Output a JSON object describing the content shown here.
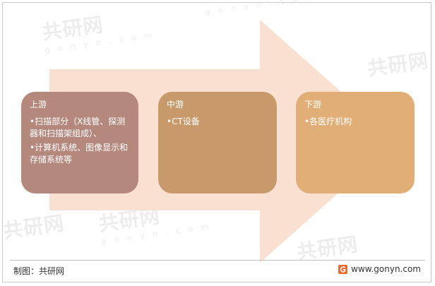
{
  "stages": [
    {
      "title": "上游",
      "items": [
        "•扫描部分（X线管、探测器和扫描架组成）、",
        "•计算机系统、图像显示和存储系统等"
      ]
    },
    {
      "title": "中游",
      "items": [
        "•CT设备"
      ]
    },
    {
      "title": "下游",
      "items": [
        "•各医疗机构"
      ]
    }
  ],
  "footer": {
    "source": "制图：共研网",
    "website": "www.gonyn.com"
  },
  "watermark": {
    "brand": "共研网",
    "url": "g o n y n . c o m"
  },
  "colors": {
    "arrow": "#f8ddcb",
    "upstream": "#b5887d",
    "midstream": "#c89a6b",
    "downstream": "#e1ae77",
    "logo": "#e8692c"
  }
}
